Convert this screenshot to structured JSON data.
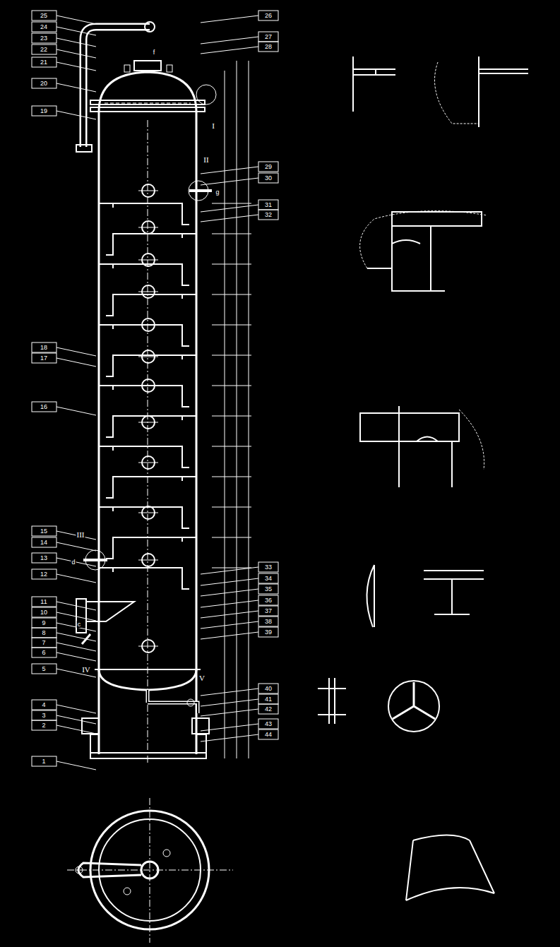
{
  "diagram": {
    "labels": [
      "1",
      "2",
      "3",
      "4",
      "5",
      "6",
      "7",
      "8",
      "9",
      "10",
      "11",
      "12",
      "13",
      "14",
      "15",
      "16",
      "17",
      "18",
      "19",
      "20",
      "21",
      "22",
      "23",
      "24",
      "25",
      "26",
      "27",
      "28",
      "29",
      "30",
      "31",
      "32",
      "33",
      "34",
      "35",
      "36",
      "37",
      "38",
      "39",
      "40",
      "41",
      "42",
      "43",
      "44",
      "I",
      "II",
      "III",
      "IV",
      "V",
      "c",
      "d",
      "f",
      "g"
    ]
  }
}
